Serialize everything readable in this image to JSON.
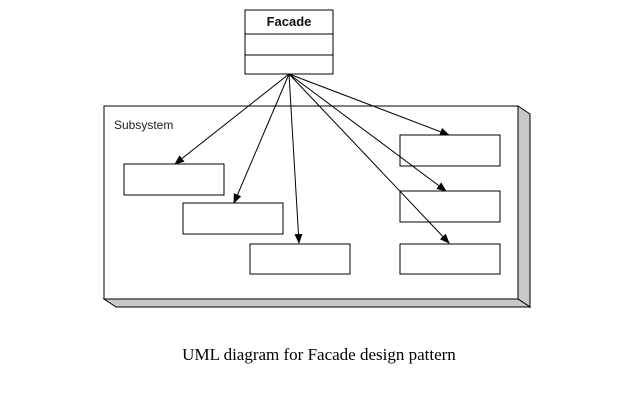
{
  "facade": {
    "name": "Facade"
  },
  "subsystem": {
    "label": "Subsystem",
    "class_count": 6
  },
  "caption": "UML diagram for Facade design pattern",
  "colors": {
    "stroke": "#000000",
    "box_fill": "#ffffff",
    "shadow": "#c8c8c8"
  }
}
